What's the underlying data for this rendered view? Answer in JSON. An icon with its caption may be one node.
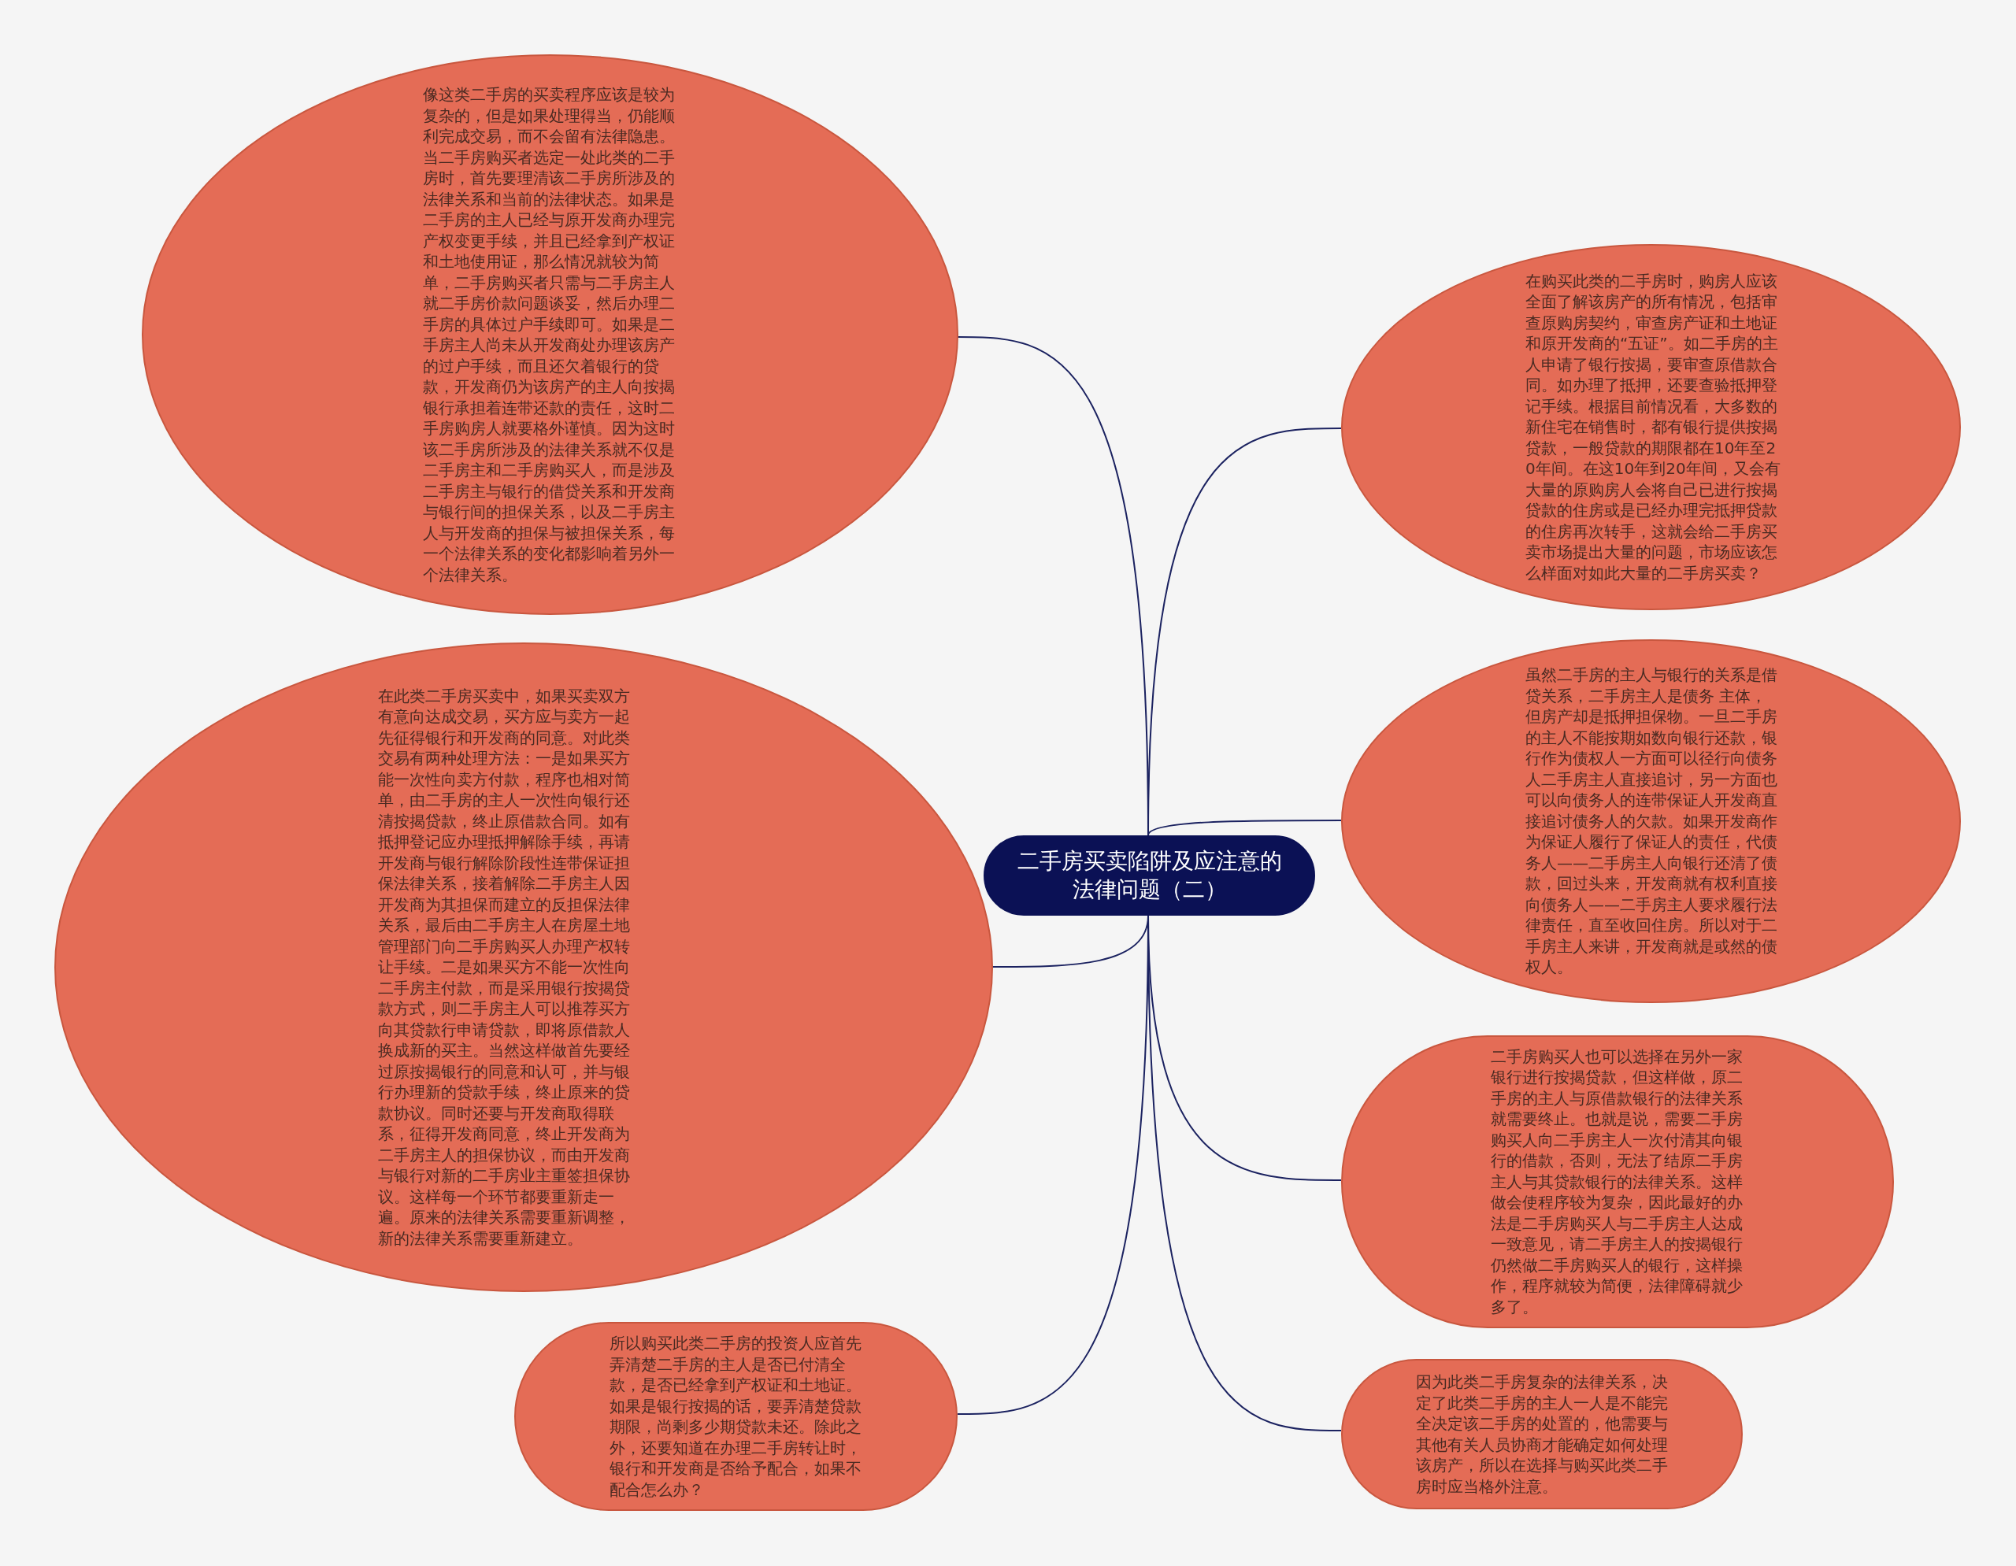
{
  "diagram": {
    "nodes": [
      {
        "text": [
          "二手房买卖陷阱及应注意的法律问题（二）"
        ]
      },
      {
        "text": [
          "像这类二手房的买卖程序应该是较为复杂的，但是如果处理得当，仍能顺利完成交易，而不会留有法律隐患。当二手房购买者选定一处此类的二手房时，首先要理清该二手房所涉及的法律关系和当前的法律状态。如果是二手房的主人已经与原开发商办理完产权变更手续，并且已经拿到产权证和土地使用证，那么情况就较为简单，二手房购买者只需与二手房主人就二手房价款问题谈妥，然后办理二手房的具体过户手续即可。如果是二手房主人尚未从开发商处办理该房产的过户手续，而且还欠着银行的贷款，开发商仍为该房产的主人向按揭银行承担着连带还款的责任，这时二手房购房人就要格外谨慎。因为这时该二手房所涉及的法律关系就不仅是二手房主和二手房购买人，而是涉及二手房主与银行的借贷关系和开发商与银行间的担保关系，以及二手房主人与开发商的担保与被担保关系，每一个法律关系的变化都影响着另外一个法律关系。"
        ]
      },
      {
        "text": [
          "在此类二手房买卖中，如果买卖双方有意向达成交易，买方应与卖方一起先征得银行和开发商的同意。对此类交易有两种处理方法：一是如果买方能一次性向卖方付款，程序也相对简单，由二手房的主人一次性向银行还清按揭贷款，终止原借款合同。如有抵押登记应办理抵押解除手续，再请开发商与银行解除阶段性连带保证担保法律关系，接着解除二手房主人因开发商为其担保而建立的反担保法律关系，最后由二手房主人在房屋土地管理部门向二手房购买人办理产权转让手续。二是如果买方不能一次性向二手房主付款，而是采用银行按揭贷款方式，则二手房主人可以推荐买方向其贷款行申请贷款，即将原借款人换成新的买主。当然这样做首先要经过原按揭银行的同意和认可，并与银行办理新的贷款手续，终止原来的贷款协议。同时还要与开发商取得联系，征得开发商同意，终止开发商为二手房主人的担保协议，而由开发商与银行对新的二手房业主重签担保协议。这样每一个环节都要重新走一遍。原来的法律关系需要重新调整，新的法律关系需要重新建立。"
        ]
      },
      {
        "text": [
          "所以购买此类二手房的投资人应首先弄清楚二手房的主人是否已付清全款，是否已经拿到产权证和土地证。如果是银行按揭的话，要弄清楚贷款期限，尚剩多少期贷款未还。除此之外，还要知道在办理二手房转让时，银行和开发商是否给予配合，如果不配合怎么办？"
        ]
      },
      {
        "text": [
          "在购买此类的二手房时，购房人应该全面了解该房产的所有情况，包括审查原购房契约，审查房产证和土地证和原开发商的“五证”。如二手房的主人申请了银行按揭，要审查原借款合同。如办理了抵押，还要查验抵押登记手续。根据目前情况看，大多数的新住宅在销售时，都有银行提供按揭贷款，一般贷款的期限都在10年至20年间。在这10年到20年间，又会有大量的原购房人会将自己已进行按揭贷款的住房或是已经办理完抵押贷款的住房再次转手，这就会给二手房买卖市场提出大量的问题，市场应该怎么样面对如此大量的二手房买卖？"
        ]
      },
      {
        "text": [
          "虽然二手房的主人与银行的关系是借贷关系，二手房主人是债务 主体，但房产却是抵押担保物。一旦二手房的主人不能按期如数向银行还款，银行作为债权人一方面可以径行向债务人二手房主人直接追讨，另一方面也可以向债务人的连带保证人开发商直接追讨债务人的欠款。如果开发商作为保证人履行了保证人的责任，代债务人——二手房主人向银行还清了债款，回过头来，开发商就有权利直接向债务人——二手房主人要求履行法律责任，直至收回住房。所以对于二手房主人来讲，开发商就是或然的债权人。"
        ]
      },
      {
        "text": [
          "二手房购买人也可以选择在另外一家银行进行按揭贷款，但这样做，原二手房的主人与原借款银行的法律关系就需要终止。也就是说，需要二手房购买人向二手房主人一次付清其向银行的借款，否则，无法了结原二手房主人与其贷款银行的法律关系。这样做会使程序较为复杂，因此最好的办法是二手房购买人与二手房主人达成一致意见，请二手房主人的按揭银行仍然做二手房购买人的银行，这样操作，程序就较为简便，法律障碍就少多了。"
        ]
      },
      {
        "text": [
          "因为此类二手房复杂的法律关系，决定了此类二手房的主人一人是不能完全决定该二手房的处置的，他需要与其他有关人员协商才能确定如何处理该房产，所以在选择与购买此类二手房时应当格外注意。"
        ]
      }
    ],
    "edges": [
      {
        "from": 0,
        "to": 1,
        "arrow": "none"
      },
      {
        "from": 0,
        "to": 2,
        "arrow": "none"
      },
      {
        "from": 0,
        "to": 3,
        "arrow": "none"
      },
      {
        "from": 0,
        "to": 4,
        "arrow": "none"
      },
      {
        "from": 0,
        "to": 5,
        "arrow": "none"
      },
      {
        "from": 0,
        "to": 6,
        "arrow": "none"
      },
      {
        "from": 0,
        "to": 7,
        "arrow": "none"
      }
    ]
  }
}
